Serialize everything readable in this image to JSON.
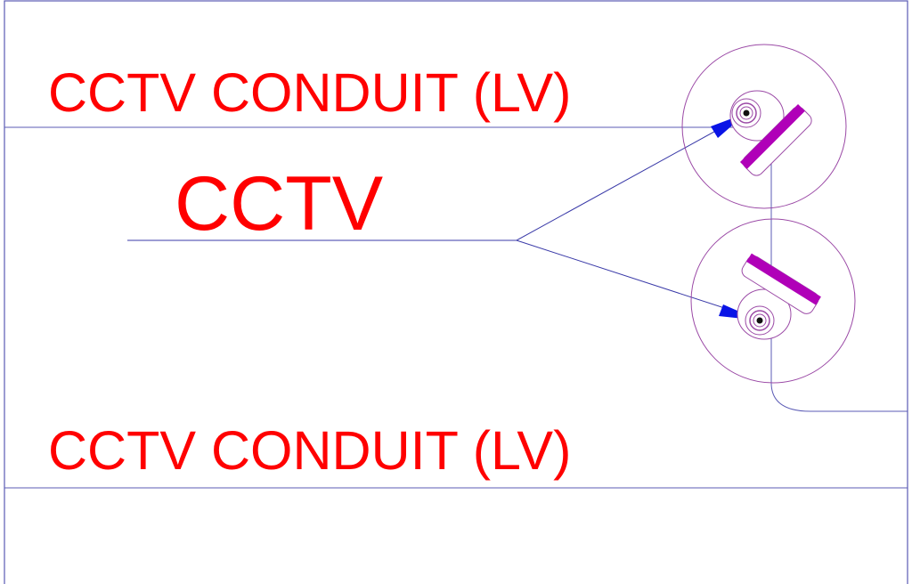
{
  "drawing": {
    "labels": {
      "top_conduit": "CCTV CONDUIT (LV)",
      "device": "CCTV",
      "bottom_conduit": "CCTV CONDUIT (LV)"
    },
    "colors": {
      "text": "#ff0000",
      "linework": "#5b5bb5",
      "camera_outline": "#9b4aa6",
      "camera_mount": "#b000b8",
      "arrow": "#0a14e6"
    },
    "cameras": [
      {
        "icon": "cctv-camera-icon"
      },
      {
        "icon": "cctv-camera-icon"
      }
    ]
  }
}
